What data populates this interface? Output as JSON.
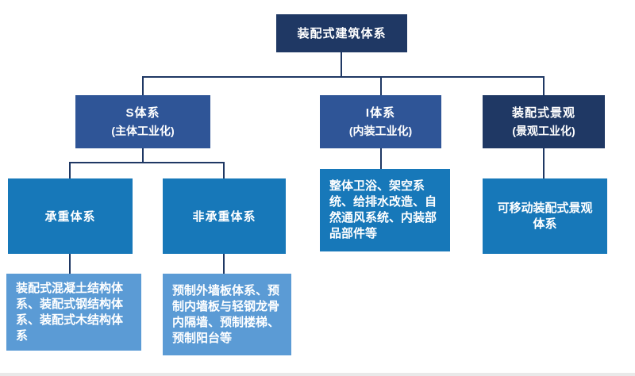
{
  "diagram_title": "装配式建筑体系",
  "colors": {
    "root_box": "#1f3864",
    "branch_box": "#2f5597",
    "mid_box": "#1778b9",
    "leaf_box": "#5b9bd5",
    "connector": "#1f3864",
    "text": "#ffffff"
  },
  "nodes": {
    "root": {
      "label": "装配式建筑体系"
    },
    "s_system": {
      "title": "S体系",
      "subtitle": "(主体工业化)"
    },
    "i_system": {
      "title": "I体系",
      "subtitle": "(内装工业化)"
    },
    "landscape": {
      "title": "装配式景观",
      "subtitle": "(景观工业化)"
    },
    "load_bearing": {
      "label": "承重体系"
    },
    "non_load_bearing": {
      "label": "非承重体系"
    },
    "load_bearing_detail": {
      "label": "装配式混凝土结构体系、装配式钢结构体系、装配式木结构体系"
    },
    "non_load_bearing_detail": {
      "label": "预制外墙板体系、预制内墙板与轻钢龙骨内隔墙、预制楼梯、预制阳台等"
    },
    "i_system_detail": {
      "label": "整体卫浴、架空系统、给排水改造、自然通风系统、内装部品部件等"
    },
    "landscape_detail": {
      "label": "可移动装配式景观体系"
    }
  }
}
